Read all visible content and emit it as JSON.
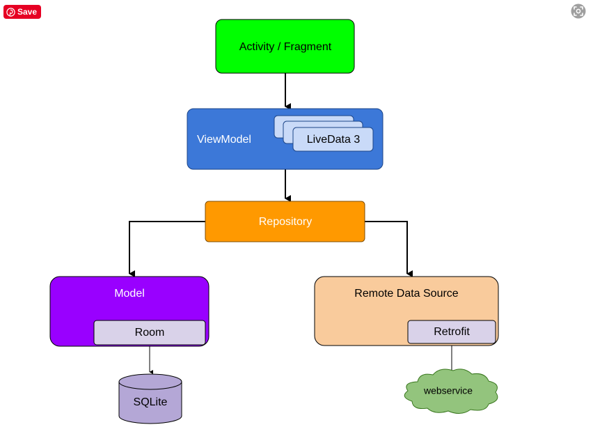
{
  "toolbar": {
    "save_label": "Save",
    "save_icon": "pinterest-icon",
    "lens_icon": "visual-search-icon"
  },
  "colors": {
    "activity": "#00ff00",
    "viewmodel": "#3c78d8",
    "livedata": "#c9daf8",
    "repository": "#ff9900",
    "model": "#9900ff",
    "room": "#d9d2e9",
    "remote": "#f9cb9c",
    "retrofit": "#d9d2e9",
    "sqlite": "#b4a7d6",
    "webservice": "#93c47d",
    "pin_red": "#e60023"
  },
  "nodes": {
    "activity": "Activity / Fragment",
    "viewmodel": "ViewModel",
    "livedata": "LiveData 3",
    "repository": "Repository",
    "model": "Model",
    "room": "Room",
    "remote": "Remote Data Source",
    "retrofit": "Retrofit",
    "sqlite": "SQLite",
    "webservice": "webservice"
  }
}
